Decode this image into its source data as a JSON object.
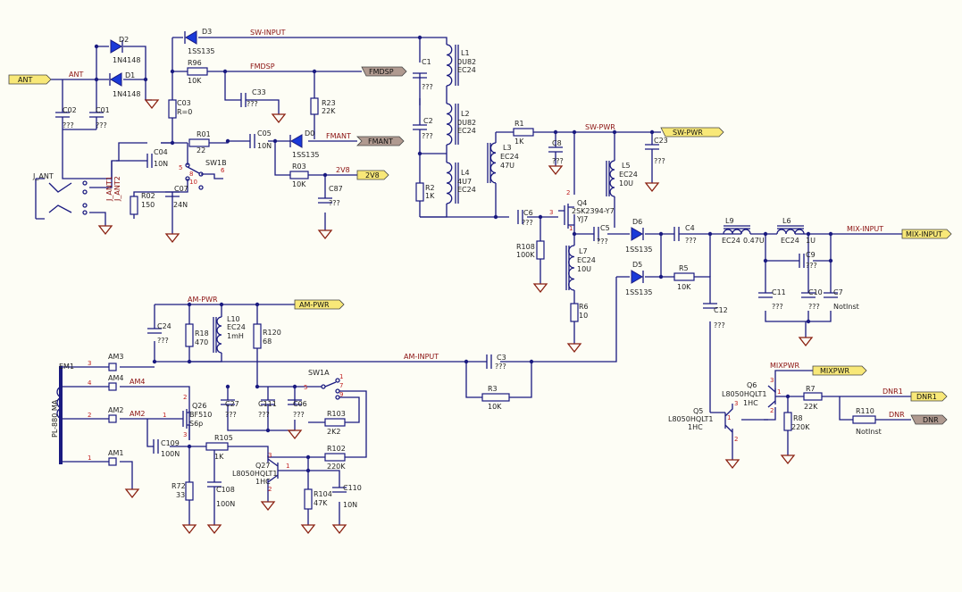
{
  "ports": [
    {
      "id": "ANT",
      "label": "ANT",
      "color": "#f8e878"
    },
    {
      "id": "FMDSP",
      "label": "FMDSP",
      "color": "#b09a90"
    },
    {
      "id": "FMANT",
      "label": "FMANT",
      "color": "#b09a90"
    },
    {
      "id": "2V8",
      "label": "2V8",
      "color": "#f8e878"
    },
    {
      "id": "SW-PWR",
      "label": "SW-PWR",
      "color": "#f8e878"
    },
    {
      "id": "MIX-INPUT",
      "label": "MIX-INPUT",
      "color": "#f8e878"
    },
    {
      "id": "AM-PWR",
      "label": "AM-PWR",
      "color": "#f8e878"
    },
    {
      "id": "MIXPWR",
      "label": "MIXPWR",
      "color": "#f8e878"
    },
    {
      "id": "DNR1",
      "label": "DNR1",
      "color": "#f8e878"
    },
    {
      "id": "DNR",
      "label": "DNR",
      "color": "#b09a90"
    }
  ],
  "nets": [
    "ANT",
    "SW-INPUT",
    "FMDSP",
    "FMANT",
    "2V8",
    "SW-PWR",
    "MIX-INPUT",
    "AM-PWR",
    "AM-INPUT",
    "AM4",
    "AM2",
    "MIXPWR",
    "DNR1",
    "DNR"
  ],
  "components": [
    {
      "ref": "D2",
      "value": "1N4148"
    },
    {
      "ref": "D1",
      "value": "1N4148"
    },
    {
      "ref": "D3",
      "value": "1SS135"
    },
    {
      "ref": "C02",
      "value": "???"
    },
    {
      "ref": "C01",
      "value": "???"
    },
    {
      "ref": "R96",
      "value": "10K"
    },
    {
      "ref": "C03",
      "value": "R=0"
    },
    {
      "ref": "C33",
      "value": "???"
    },
    {
      "ref": "R23",
      "value": "22K"
    },
    {
      "ref": "C1",
      "value": "???"
    },
    {
      "ref": "L1",
      "value": "0U82",
      "value2": "EC24"
    },
    {
      "ref": "C2",
      "value": "???"
    },
    {
      "ref": "L2",
      "value": "0U82",
      "value2": "EC24"
    },
    {
      "ref": "L4",
      "value": "4U7",
      "value2": "EC24"
    },
    {
      "ref": "R2",
      "value": "1K"
    },
    {
      "ref": "R1",
      "value": "1K"
    },
    {
      "ref": "L3",
      "value": "EC24",
      "value2": "47U"
    },
    {
      "ref": "C8",
      "value": "???"
    },
    {
      "ref": "C23",
      "value": "???"
    },
    {
      "ref": "L5",
      "value": "EC24",
      "value2": "10U"
    },
    {
      "ref": "Q4",
      "value": "2SK2394-Y7",
      "value2": "YJ7"
    },
    {
      "ref": "C6",
      "value": "???"
    },
    {
      "ref": "R108",
      "value": "100K"
    },
    {
      "ref": "L7",
      "value": "EC24",
      "value2": "10U"
    },
    {
      "ref": "R6",
      "value": "10"
    },
    {
      "ref": "C5",
      "value": "???"
    },
    {
      "ref": "D6",
      "value": "1SS135"
    },
    {
      "ref": "D5",
      "value": "1SS135"
    },
    {
      "ref": "C4",
      "value": "???"
    },
    {
      "ref": "R5",
      "value": "10K"
    },
    {
      "ref": "L9",
      "value": "EC24",
      "value2": "0.47U"
    },
    {
      "ref": "L6",
      "value": "EC24",
      "value2": "1U"
    },
    {
      "ref": "C9",
      "value": "???"
    },
    {
      "ref": "C11",
      "value": "???"
    },
    {
      "ref": "C10",
      "value": "???"
    },
    {
      "ref": "C7",
      "value": "NotInst"
    },
    {
      "ref": "C12",
      "value": "???"
    },
    {
      "ref": "C04",
      "value": "10N"
    },
    {
      "ref": "R01",
      "value": "22"
    },
    {
      "ref": "C05",
      "value": "10N"
    },
    {
      "ref": "D0",
      "value": "1SS135"
    },
    {
      "ref": "R03",
      "value": "10K"
    },
    {
      "ref": "C87",
      "value": "???"
    },
    {
      "ref": "SW1B",
      "value": ""
    },
    {
      "ref": "R02",
      "value": "150"
    },
    {
      "ref": "C07",
      "value": "24N"
    },
    {
      "ref": "J_ANT",
      "value": ""
    },
    {
      "ref": "C24",
      "value": "???"
    },
    {
      "ref": "R18",
      "value": "470"
    },
    {
      "ref": "L10",
      "value": "EC24",
      "value2": "1mH"
    },
    {
      "ref": "R120",
      "value": "68"
    },
    {
      "ref": "C3",
      "value": "???"
    },
    {
      "ref": "R3",
      "value": "10K"
    },
    {
      "ref": "SW1A",
      "value": ""
    },
    {
      "ref": "C27",
      "value": "???"
    },
    {
      "ref": "C111",
      "value": "???"
    },
    {
      "ref": "C06",
      "value": "???"
    },
    {
      "ref": "R103",
      "value": "2K2"
    },
    {
      "ref": "R102",
      "value": "220K"
    },
    {
      "ref": "Q26",
      "value": "BF510",
      "value2": "S6p"
    },
    {
      "ref": "C109",
      "value": "100N"
    },
    {
      "ref": "R105",
      "value": "1K"
    },
    {
      "ref": "Q27",
      "value": "L8050HQLT1",
      "value2": "1HC"
    },
    {
      "ref": "R72",
      "value": "33"
    },
    {
      "ref": "C108",
      "value": "100N"
    },
    {
      "ref": "R104",
      "value": "47K"
    },
    {
      "ref": "C110",
      "value": "10N"
    },
    {
      "ref": "EM1",
      "value": "PL-880 MA"
    },
    {
      "ref": "AM3",
      "value": ""
    },
    {
      "ref": "AM4",
      "value": ""
    },
    {
      "ref": "AM2",
      "value": ""
    },
    {
      "ref": "AM1",
      "value": ""
    },
    {
      "ref": "Q6",
      "value": "L8050HQLT1",
      "value2": "1HC"
    },
    {
      "ref": "Q5",
      "value": "L8050HQLT1",
      "value2": "1HC"
    },
    {
      "ref": "R7",
      "value": "22K"
    },
    {
      "ref": "R8",
      "value": "220K"
    },
    {
      "ref": "R110",
      "value": "NotInst"
    }
  ],
  "connector_pins": [
    "J_ANT1",
    "J_ANT2"
  ],
  "pin_numbers": [
    "1",
    "2",
    "3",
    "4",
    "5",
    "6",
    "7",
    "8",
    "9",
    "10"
  ]
}
